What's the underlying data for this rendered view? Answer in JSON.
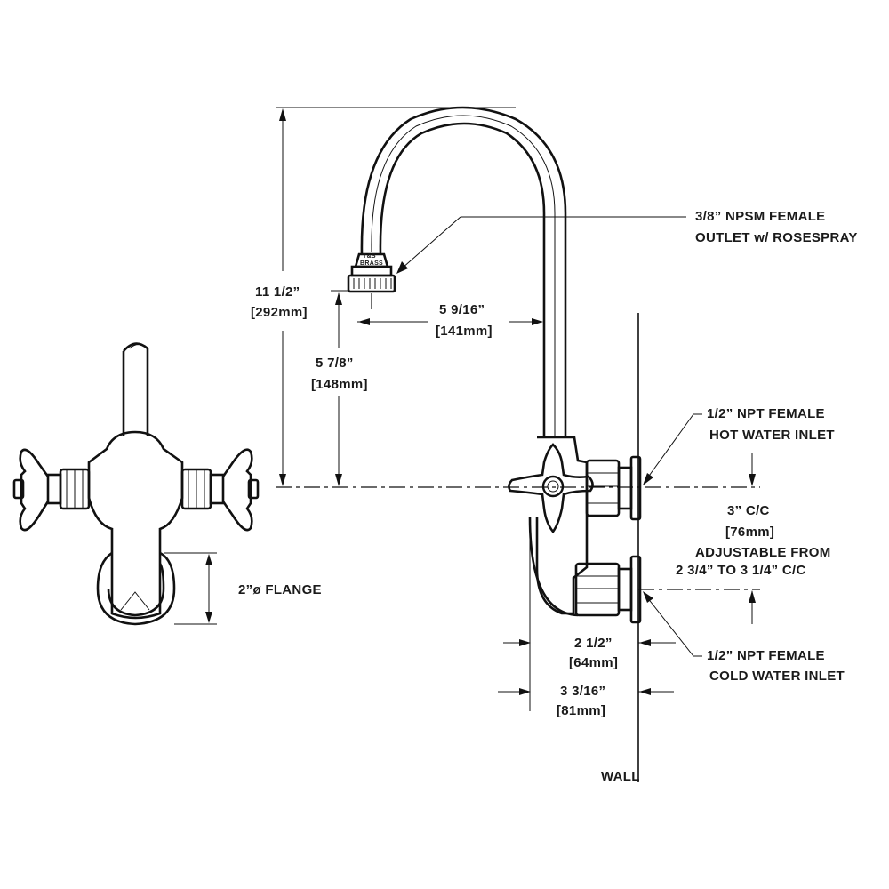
{
  "labels": {
    "outlet_line1": "3/8” NPSM FEMALE",
    "outlet_line2": "OUTLET w/ ROSESPRAY",
    "spout_brand_line1": "T&S",
    "spout_brand_line2": "BRASS",
    "height_total": "11 1/2”",
    "height_total_mm": "[292mm]",
    "height_spout": "5 7/8”",
    "height_spout_mm": "[148mm]",
    "reach": "5 9/16”",
    "reach_mm": "[141mm]",
    "hot_line1": "1/2” NPT FEMALE",
    "hot_line2": "HOT WATER INLET",
    "center": "3” C/C",
    "center_mm": "[76mm]",
    "adjust_line1": "ADJUSTABLE FROM",
    "adjust_line2": "2 3/4” TO 3 1/4” C/C",
    "cold_line1": "1/2” NPT FEMALE",
    "cold_line2": "COLD WATER INLET",
    "depth_body": "2 1/2”",
    "depth_body_mm": "[64mm]",
    "depth_total": "3 3/16”",
    "depth_total_mm": "[81mm]",
    "flange": "2”ø FLANGE",
    "wall": "WALL"
  }
}
